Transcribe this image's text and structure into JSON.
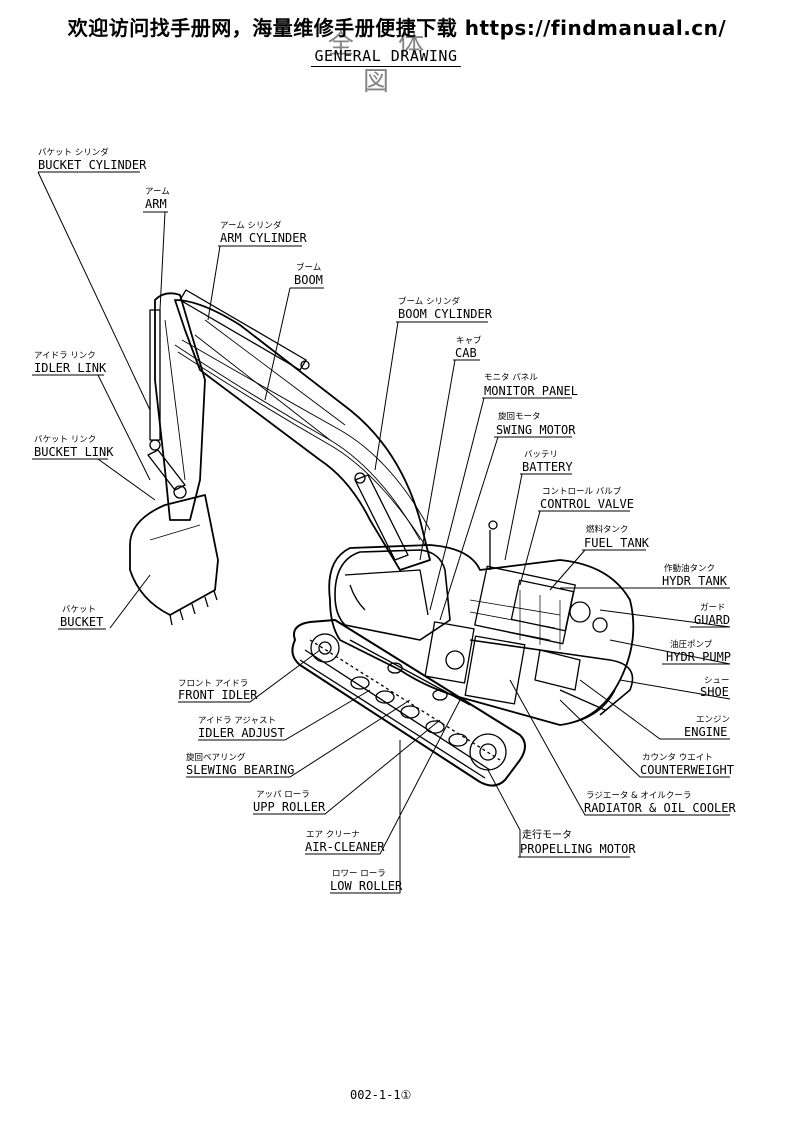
{
  "header": {
    "banner": "欢迎访问找手册网，海量维修手册便捷下载  https://findmanual.cn/",
    "title_jp": "全 体 図",
    "title_en": "GENERAL DRAWING"
  },
  "labels": [
    {
      "id": "bucket-cylinder",
      "jp": "バケット シリンダ",
      "en": "BUCKET CYLINDER"
    },
    {
      "id": "arm",
      "jp": "アーム",
      "en": "ARM"
    },
    {
      "id": "arm-cylinder",
      "jp": "アーム シリンダ",
      "en": "ARM CYLINDER"
    },
    {
      "id": "boom",
      "jp": "ブーム",
      "en": "BOOM"
    },
    {
      "id": "boom-cylinder",
      "jp": "ブーム シリンダ",
      "en": "BOOM CYLINDER"
    },
    {
      "id": "cab",
      "jp": "キャブ",
      "en": "CAB"
    },
    {
      "id": "idler-link",
      "jp": "アイドラ リンク",
      "en": "IDLER LINK"
    },
    {
      "id": "monitor-panel",
      "jp": "モニタ パネル",
      "en": "MONITOR PANEL"
    },
    {
      "id": "swing-motor",
      "jp": "旋回モータ",
      "en": "SWING MOTOR"
    },
    {
      "id": "bucket-link",
      "jp": "バケット リンク",
      "en": "BUCKET LINK"
    },
    {
      "id": "battery",
      "jp": "バッテリ",
      "en": "BATTERY"
    },
    {
      "id": "control-valve",
      "jp": "コントロール バルブ",
      "en": "CONTROL VALVE"
    },
    {
      "id": "fuel-tank",
      "jp": "燃料タンク",
      "en": "FUEL TANK"
    },
    {
      "id": "hydr-tank",
      "jp": "作動油タンク",
      "en": "HYDR TANK"
    },
    {
      "id": "guard",
      "jp": "ガード",
      "en": "GUARD"
    },
    {
      "id": "bucket",
      "jp": "バケット",
      "en": "BUCKET"
    },
    {
      "id": "hydr-pump",
      "jp": "油圧ポンプ",
      "en": "HYDR PUMP"
    },
    {
      "id": "front-idler",
      "jp": "フロント アイドラ",
      "en": "FRONT IDLER"
    },
    {
      "id": "shoe",
      "jp": "シュー",
      "en": "SHOE"
    },
    {
      "id": "idler-adjust",
      "jp": "アイドラ アジャスト",
      "en": "IDLER ADJUST"
    },
    {
      "id": "engine",
      "jp": "エンジン",
      "en": "ENGINE"
    },
    {
      "id": "slewing-bearing",
      "jp": "旋回ベアリング",
      "en": "SLEWING BEARING"
    },
    {
      "id": "counterweight",
      "jp": "カウンタ ウエイト",
      "en": "COUNTERWEIGHT"
    },
    {
      "id": "upp-roller",
      "jp": "アッパ ローラ",
      "en": "UPP ROLLER"
    },
    {
      "id": "radiator-oil-cooler",
      "jp": "ラジエータ & オイルクーラ",
      "en": "RADIATOR & OIL COOLER"
    },
    {
      "id": "air-cleaner",
      "jp": "エア クリーナ",
      "en": "AIR-CLEANER"
    },
    {
      "id": "propelling-motor",
      "jp": "走行モータ",
      "en": "PROPELLING MOTOR"
    },
    {
      "id": "low-roller",
      "jp": "ロワー ローラ",
      "en": "LOW ROLLER"
    }
  ],
  "footer": {
    "page_number": "002-1-1①"
  }
}
